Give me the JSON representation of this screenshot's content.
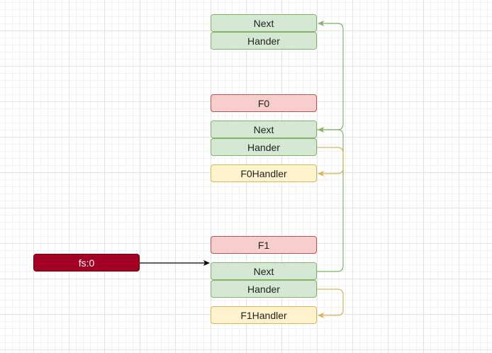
{
  "nodes": {
    "top_next": "Next",
    "top_handler": "Hander",
    "f0": "F0",
    "f0_next": "Next",
    "f0_handler": "Hander",
    "f0_handler_func": "F0Handler",
    "f1": "F1",
    "f1_next": "Next",
    "f1_handler": "Hander",
    "f1_handler_func": "F1Handler",
    "fs": "fs:0"
  },
  "colors": {
    "green_fill": "#d5e8d4",
    "green_stroke": "#82b366",
    "red_fill": "#f8cecc",
    "red_stroke": "#b85450",
    "yellow_fill": "#fff2cc",
    "yellow_stroke": "#d6b656",
    "dark_fill": "#a20025",
    "arrow_black": "#000000"
  }
}
